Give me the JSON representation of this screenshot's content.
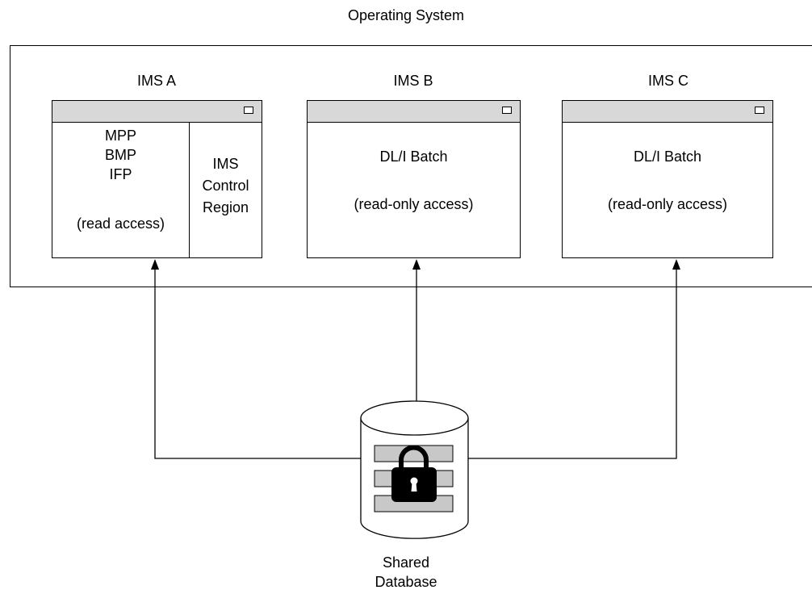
{
  "os_title": "Operating System",
  "ims_a": {
    "title": "IMS A",
    "left_lines": [
      "MPP",
      "BMP",
      "IFP"
    ],
    "left_access": "(read access)",
    "right_lines": [
      "IMS",
      "Control",
      "Region"
    ]
  },
  "ims_b": {
    "title": "IMS B",
    "program": "DL/I Batch",
    "access": "(read-only access)"
  },
  "ims_c": {
    "title": "IMS C",
    "program": "DL/I Batch",
    "access": "(read-only access)"
  },
  "database": {
    "label_line1": "Shared",
    "label_line2": "Database"
  },
  "icons": [
    "lock-icon",
    "database-cylinder-icon",
    "window-button-icon"
  ],
  "colors": {
    "line": "#000000",
    "titlebar": "#d8d8d8",
    "db_band": "#c8c8c8"
  }
}
